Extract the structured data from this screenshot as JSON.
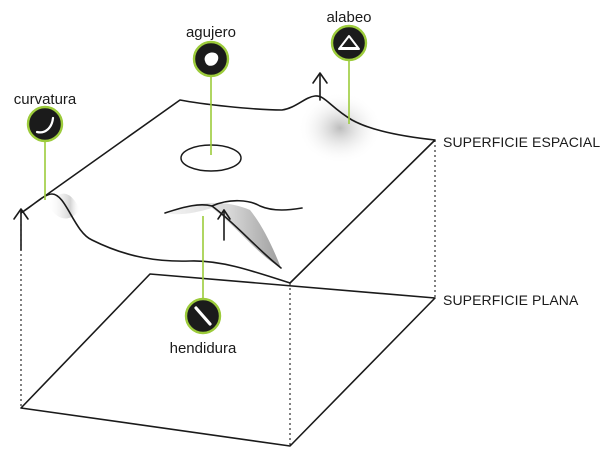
{
  "labels": {
    "curvatura": "curvatura",
    "agujero": "agujero",
    "alabeo": "alabeo",
    "hendidura": "hendidura",
    "superficie_espacial": "SUPERFICIE ESPACIAL",
    "superficie_plana": "SUPERFICIE PLANA"
  },
  "colors": {
    "leader": "#9ccb3b",
    "badge": "#1b1b1b",
    "line": "#1a1a1a"
  },
  "icons": {
    "curvatura": "curve-icon",
    "agujero": "hole-icon",
    "alabeo": "warp-icon",
    "hendidura": "slit-icon"
  }
}
